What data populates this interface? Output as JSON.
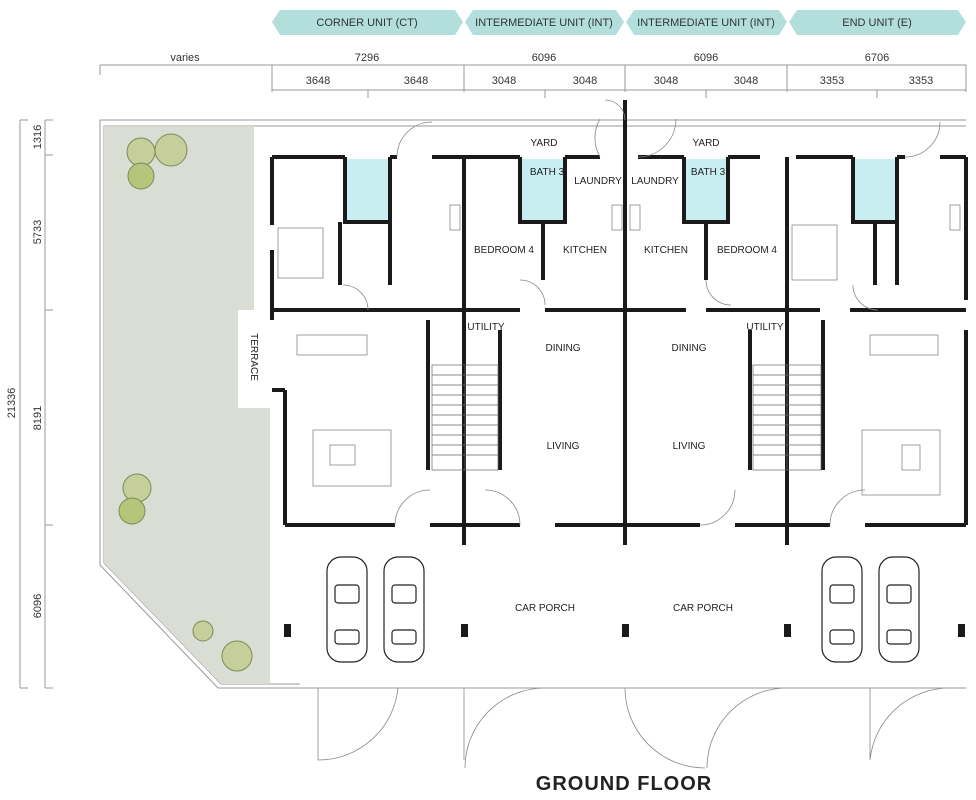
{
  "unit_tags": [
    "CORNER UNIT (CT)",
    "INTERMEDIATE UNIT (INT)",
    "INTERMEDIATE UNIT (INT)",
    "END UNIT (E)"
  ],
  "top_dimensions": [
    "varies",
    "7296",
    "6096",
    "6096",
    "6706"
  ],
  "sub_dimensions": [
    "3648",
    "3648",
    "3048",
    "3048",
    "3048",
    "3048",
    "3353",
    "3353"
  ],
  "left_dimensions": {
    "total": "21336",
    "segments": [
      "1316",
      "5733",
      "8191",
      "6096"
    ]
  },
  "rooms": {
    "terrace": "TERRACE",
    "yard": "YARD",
    "bath3": "BATH 3",
    "laundry": "LAUNDRY",
    "bedroom4": "BEDROOM 4",
    "kitchen": "KITCHEN",
    "utility": "UTILITY",
    "dining": "DINING",
    "living": "LIVING",
    "car_porch": "CAR PORCH"
  },
  "title": "GROUND FLOOR",
  "colors": {
    "tag": "#b2dfdc",
    "garden": "#d9ddd4",
    "bath": "#c8eef2",
    "wall": "#1a1a1a"
  }
}
